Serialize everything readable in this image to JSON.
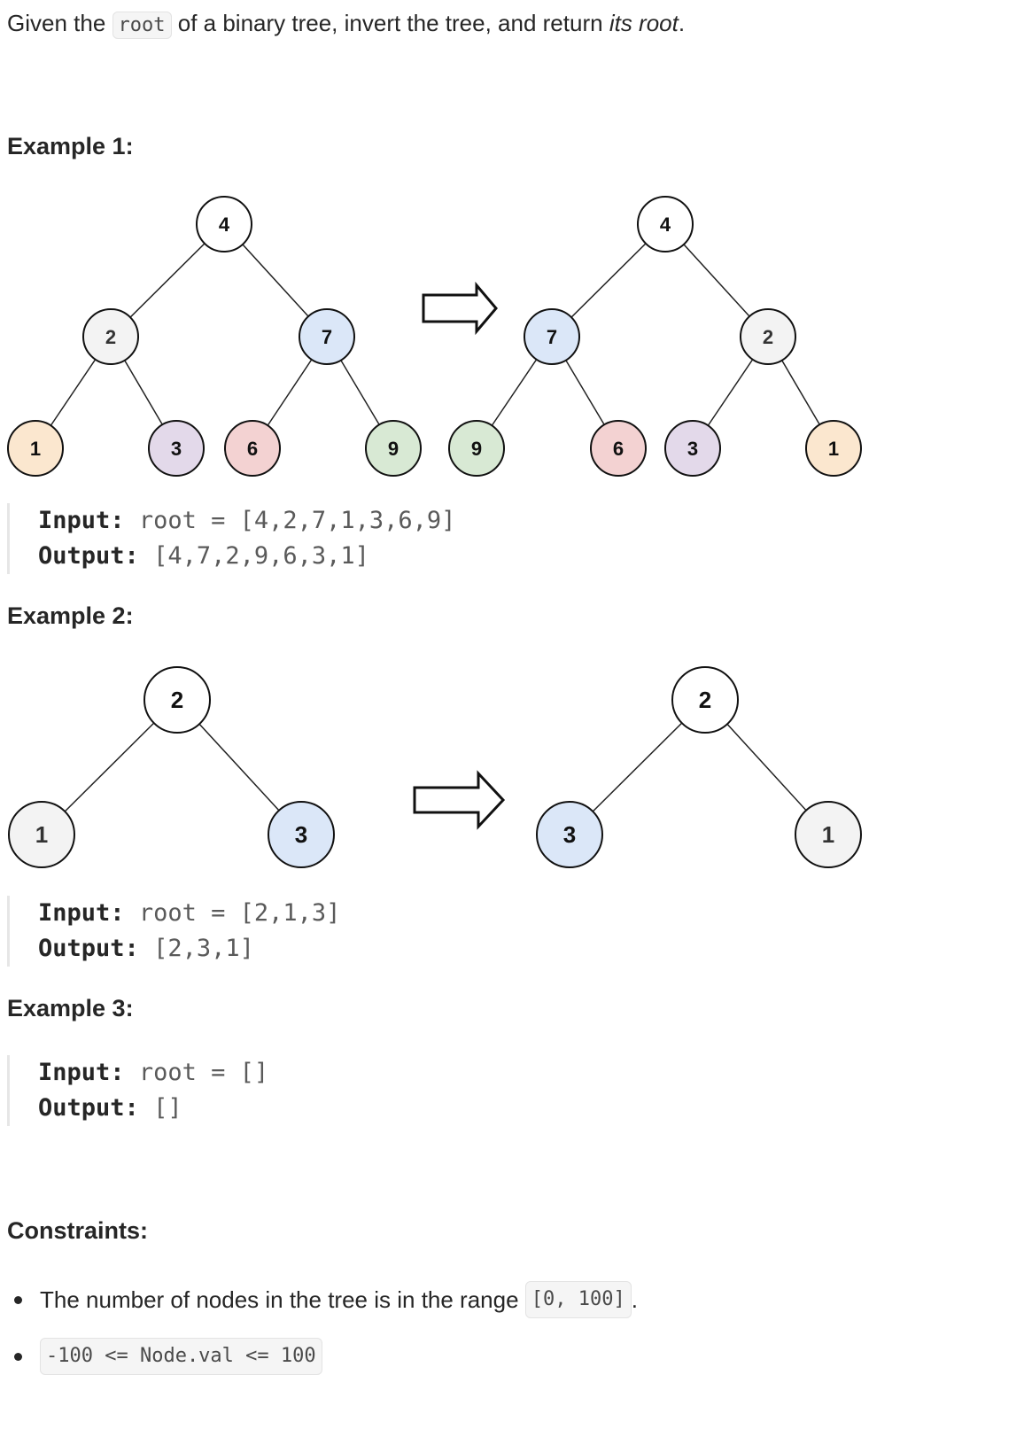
{
  "description": {
    "prefix": "Given the",
    "code": "root",
    "middle": "of a binary tree, invert the tree, and return",
    "italic": "its root",
    "suffix": "."
  },
  "examples": [
    {
      "heading": "Example 1:",
      "input_label": "Input:",
      "input_value": "root = [4,2,7,1,3,6,9]",
      "output_label": "Output:",
      "output_value": "[4,7,2,9,6,3,1]",
      "tree_before": [
        "4",
        "2",
        "7",
        "1",
        "3",
        "6",
        "9"
      ],
      "tree_after": [
        "4",
        "7",
        "2",
        "9",
        "6",
        "3",
        "1"
      ]
    },
    {
      "heading": "Example 2:",
      "input_label": "Input:",
      "input_value": "root = [2,1,3]",
      "output_label": "Output:",
      "output_value": "[2,3,1]",
      "tree_before": [
        "2",
        "1",
        "3"
      ],
      "tree_after": [
        "2",
        "3",
        "1"
      ]
    },
    {
      "heading": "Example 3:",
      "input_label": "Input:",
      "input_value": "root = []",
      "output_label": "Output:",
      "output_value": "[]"
    }
  ],
  "constraints": {
    "heading": "Constraints:",
    "items": [
      {
        "text": "The number of nodes in the tree is in the range",
        "code": "[0, 100]",
        "suffix": "."
      },
      {
        "text": "",
        "code": "-100 <= Node.val <= 100",
        "suffix": ""
      }
    ]
  },
  "colors": {
    "white": "#ffffff",
    "gray": "#f3f3f3",
    "blue": "#dbe7f8",
    "orange": "#fbe7cf",
    "purple": "#e3d9ea",
    "red": "#f3d2d2",
    "green": "#d8e9d4"
  }
}
